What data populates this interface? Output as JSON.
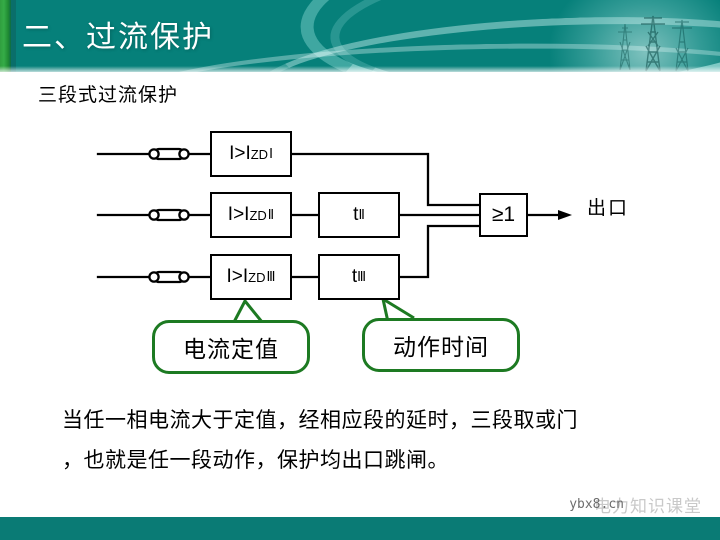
{
  "slide": {
    "header": {
      "title": "二、过流保护",
      "banner_color": "#06807a",
      "accent_green": "#2f9e3f",
      "tower_icon": "transmission-tower-icon"
    },
    "subtitle": "三段式过流保护",
    "diagram": {
      "stages": [
        {
          "id": "stage-1",
          "ct_symbol": "current-transformer-icon",
          "relay_label": "I>I",
          "relay_sub": "ZD",
          "relay_sup": "Ⅰ",
          "timer_label": null,
          "timer_sub": null
        },
        {
          "id": "stage-2",
          "ct_symbol": "current-transformer-icon",
          "relay_label": "I>I",
          "relay_sub": "ZD",
          "relay_sup": "Ⅱ",
          "timer_label": "t",
          "timer_sub": "Ⅱ"
        },
        {
          "id": "stage-3",
          "ct_symbol": "current-transformer-icon",
          "relay_label": "I>I",
          "relay_sub": "ZD",
          "relay_sup": "Ⅲ",
          "timer_label": "t",
          "timer_sub": "Ⅲ"
        }
      ],
      "or_gate_label": "≥1",
      "output_label": "出口"
    },
    "callouts": [
      {
        "id": "callout-current-setting",
        "text": "电流定值",
        "border_color": "#1d7a22"
      },
      {
        "id": "callout-operate-time",
        "text": "动作时间",
        "border_color": "#1d7a22"
      }
    ],
    "body_text": {
      "line1": "当任一相电流大于定值，经相应段的延时，三段取或门",
      "line2": "，也就是任一段动作，保护均出口跳闸。"
    },
    "footer": {
      "brand": "电力知识课堂",
      "watermark": "ybx8.cn",
      "bar_color": "#0a7b75"
    }
  }
}
